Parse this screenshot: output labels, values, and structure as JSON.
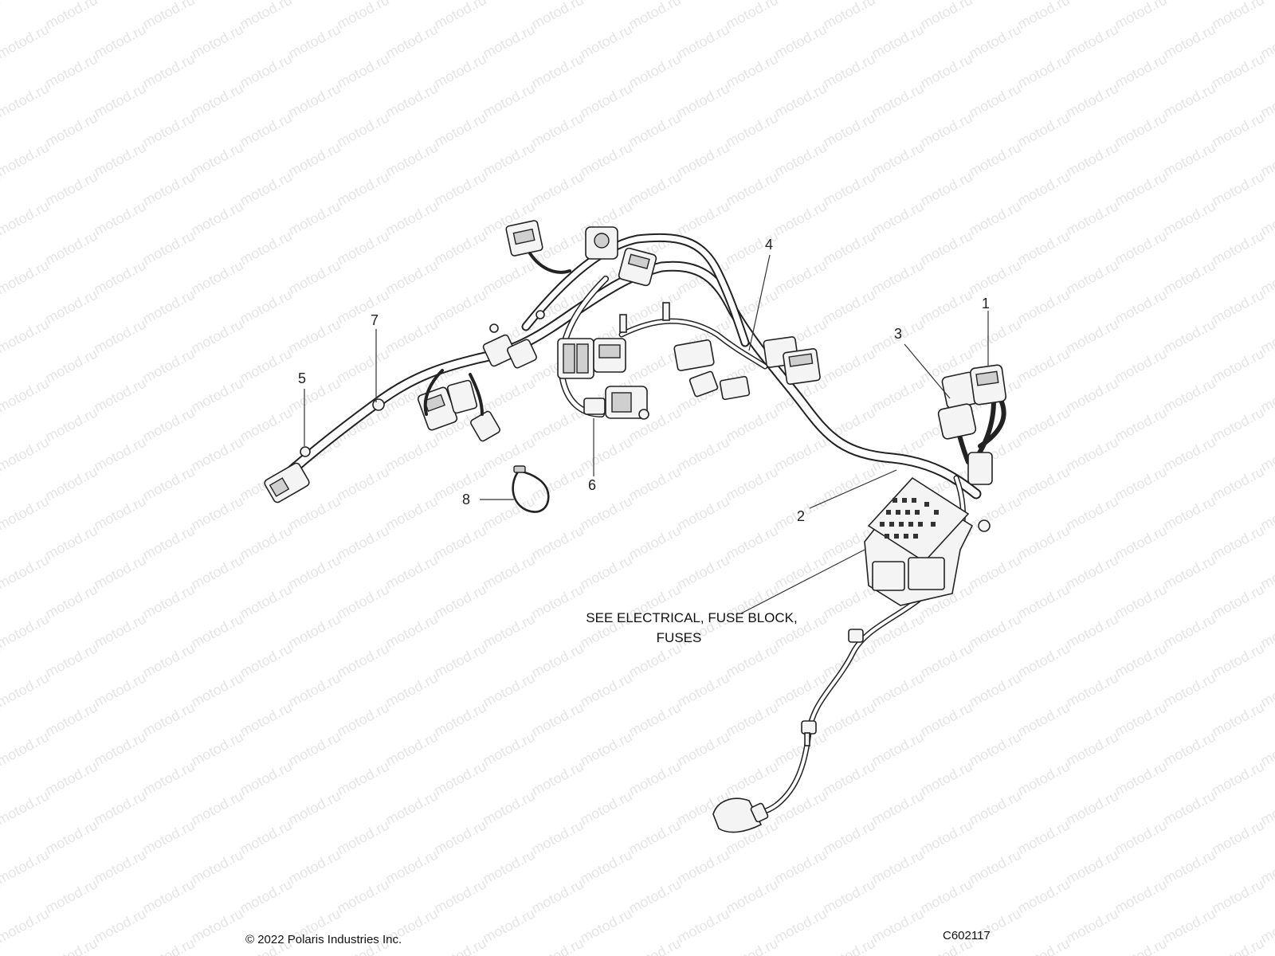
{
  "diagram": {
    "watermark_text": "motod.ru",
    "callouts": [
      "1",
      "2",
      "3",
      "4",
      "5",
      "6",
      "7",
      "8"
    ],
    "note_lines": [
      "SEE ELECTRICAL, FUSE BLOCK,",
      "FUSES"
    ],
    "copyright": "© 2022 Polaris Industries Inc.",
    "figure_code": "C602117"
  }
}
